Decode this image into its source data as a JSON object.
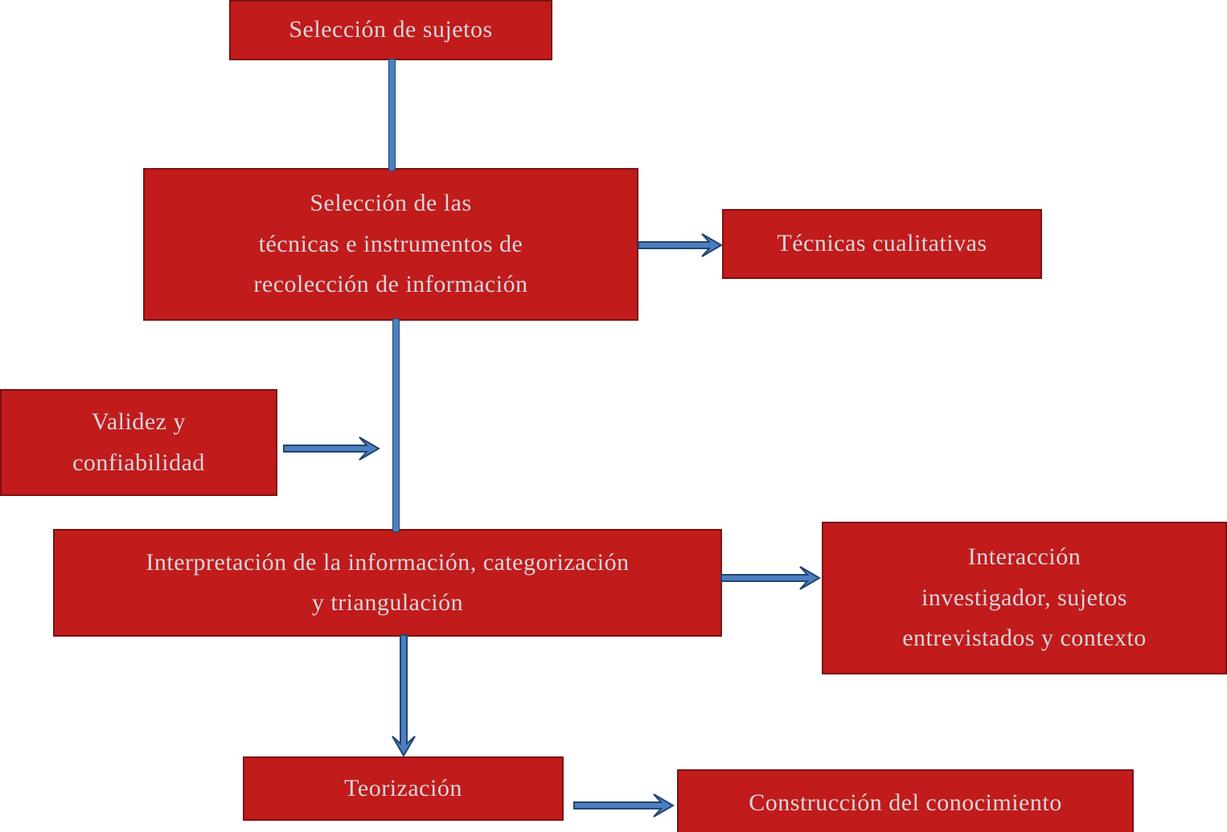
{
  "diagram": {
    "type": "flowchart",
    "language": "es",
    "colors": {
      "box_fill": "#c11b1b",
      "box_border": "#7d1111",
      "box_text": "#d6d7dc",
      "arrow_fill": "#4b7fc0",
      "arrow_stroke": "#22456f",
      "background": "#ffffff"
    },
    "nodes": [
      {
        "id": "seleccion-de-sujetos",
        "label": "Selección de sujetos"
      },
      {
        "id": "seleccion-tecnicas-instrumentos",
        "label": "Selección de las\ntécnicas e instrumentos de\nrecolección de información"
      },
      {
        "id": "tecnicas-cualitativas",
        "label": "Técnicas cualitativas"
      },
      {
        "id": "validez-confiabilidad",
        "label": "Validez y\nconfiabilidad"
      },
      {
        "id": "interpretacion-categorizacion",
        "label": "Interpretación de la información, categorización\ny triangulación"
      },
      {
        "id": "interaccion-investigador",
        "label": "Interacción\ninvestigador, sujetos\nentrevistados y contexto"
      },
      {
        "id": "teorizacion",
        "label": "Teorización"
      },
      {
        "id": "construccion-conocimiento",
        "label": "Construcción del conocimiento"
      }
    ],
    "connectors": [
      {
        "from": "seleccion-de-sujetos",
        "to": "seleccion-tecnicas-instrumentos",
        "style": "line-down"
      },
      {
        "from": "seleccion-tecnicas-instrumentos",
        "to": "tecnicas-cualitativas",
        "style": "arrow-right"
      },
      {
        "from": "seleccion-tecnicas-instrumentos",
        "to": "interpretacion-categorizacion",
        "style": "line-down"
      },
      {
        "from": "validez-confiabilidad",
        "to": "seleccion-tecnicas-instrumentos/interpretacion-categorizacion connector",
        "style": "arrow-right"
      },
      {
        "from": "interpretacion-categorizacion",
        "to": "interaccion-investigador",
        "style": "arrow-right"
      },
      {
        "from": "interpretacion-categorizacion",
        "to": "teorizacion",
        "style": "arrow-down"
      },
      {
        "from": "teorizacion",
        "to": "construccion-conocimiento",
        "style": "arrow-right"
      }
    ]
  }
}
